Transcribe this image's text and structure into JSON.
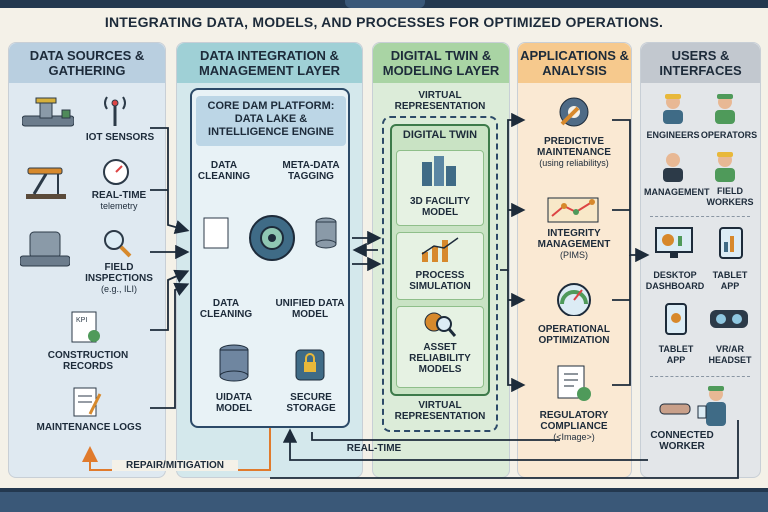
{
  "subtitle": "INTEGRATING DATA, MODELS, AND PROCESSES FOR OPTIMIZED OPERATIONS.",
  "columns": {
    "sources": "DATA SOURCES & GATHERING",
    "integration": "DATA INTEGRATION & MANAGEMENT LAYER",
    "twin": "DIGITAL TWIN & MODELING LAYER",
    "apps": "APPLICATIONS & ANALYSIS",
    "users": "USERS & INTERFACES"
  },
  "sources": [
    {
      "label": "IOT SENSORS",
      "sub": ""
    },
    {
      "label": "REAL-TIME",
      "sub": "telemetry"
    },
    {
      "label": "FIELD INSPECTIONS",
      "sub": "(e.g., ILI)"
    },
    {
      "label": "CONSTRUCTION RECORDS",
      "sub": ""
    },
    {
      "label": "MAINTENANCE LOGS",
      "sub": ""
    }
  ],
  "platform": {
    "title": "CORE DAM PLATFORM: DATA LAKE & INTELLIGENCE ENGINE",
    "data_cleaning_top": "DATA CLEANING",
    "metadata_tagging": "META-DATA TAGGING",
    "data_cleaning_bottom": "DATA CLEANING",
    "unified_model": "UNIFIED DATA MODEL",
    "uidata_model": "UIDATA MODEL",
    "secure_storage": "SECURE STORAGE"
  },
  "twin": {
    "virtual_rep_top": "VIRTUAL REPRESENTATION",
    "title": "DIGITAL TWIN",
    "cards": [
      "3D FACILITY MODEL",
      "PROCESS SIMULATION",
      "ASSET RELIABILITY MODELS"
    ],
    "virtual_rep_bottom": "VIRTUAL REPRESENTATION"
  },
  "apps": [
    {
      "label": "PREDICTIVE MAINTENANCE",
      "sub": "(using reliabilitys)"
    },
    {
      "label": "INTEGRITY MANAGEMENT",
      "sub": "(PIMS)"
    },
    {
      "label": "OPERATIONAL OPTIMIZATION",
      "sub": ""
    },
    {
      "label": "REGULATORY COMPLIANCE",
      "sub": "(<Image>)"
    }
  ],
  "users": {
    "engineers": "ENGINEERS",
    "operators": "OPERATORS",
    "management": "MANAGEMENT",
    "field_workers": "FIELD WORKERS",
    "desktop_dashboard": "DESKTOP DASHBOARD",
    "tablet_app_1": "TABLET APP",
    "tablet_app_2": "TABLET APP",
    "vr_headset": "VR/AR HEADSET",
    "connected_worker": "CONNECTED WORKER"
  },
  "flows": {
    "repair": "REPAIR/MITIGATION",
    "realtime": "REAL-TIME"
  },
  "colors": {
    "navy": "#23384f",
    "arrow": "#1d2b3a",
    "repair_arrow": "#e07a2c",
    "sources_bg": "#dfe9f1",
    "integration_bg": "#d4e8ec",
    "twin_bg": "#dcecd9",
    "apps_bg": "#fae9d3",
    "users_bg": "#e3e6e9"
  }
}
